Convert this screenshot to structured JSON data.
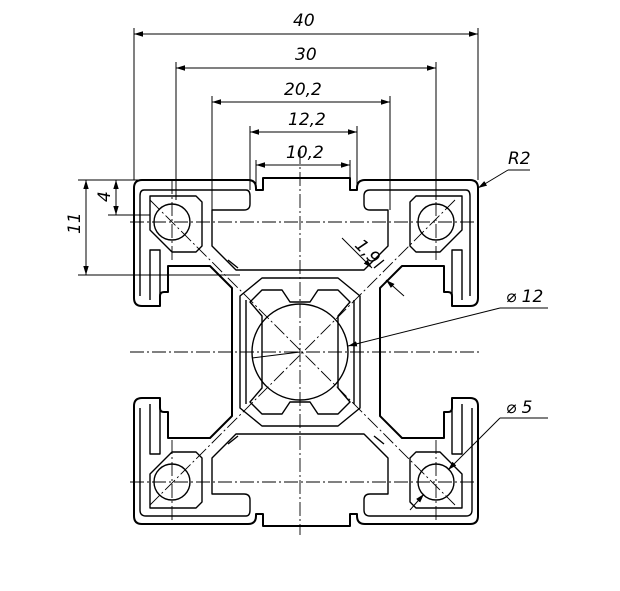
{
  "dimensions": {
    "width_40": "40",
    "width_30": "30",
    "width_20_2": "20,2",
    "width_12_2": "12,2",
    "width_10_2": "10,2",
    "height_4": "4",
    "height_11": "11",
    "wall_1_9": "1,9",
    "radius_r2": "R2",
    "dia_12": "⌀ 12",
    "dia_5": "⌀ 5"
  }
}
